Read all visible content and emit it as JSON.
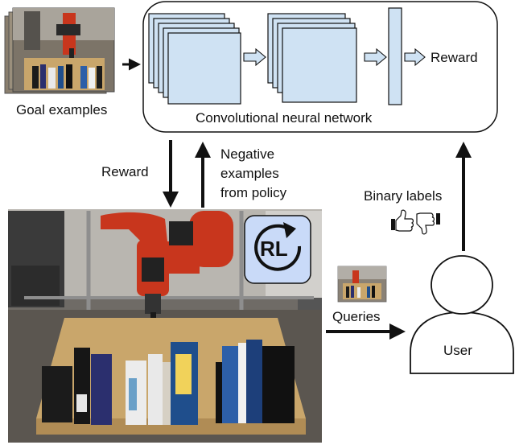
{
  "cnn": {
    "caption": "Convolutional neural network",
    "output_label": "Reward"
  },
  "goal_examples": {
    "label": "Goal examples"
  },
  "flow": {
    "reward_down_label": "Reward",
    "negative_examples_label": [
      "Negative",
      "examples",
      "from policy"
    ]
  },
  "feedback": {
    "binary_labels": "Binary labels",
    "queries_label": "Queries",
    "user_label": "User"
  },
  "rl_badge": {
    "label": "RL"
  },
  "icons": [
    "thumbs-up-icon",
    "thumbs-down-icon",
    "refresh-cycle-icon",
    "user-silhouette-icon"
  ],
  "colors": {
    "layer_fill": "#cfe2f3",
    "badge_fill": "#c9daf8",
    "robot_red": "#c8361d",
    "stroke": "#111111"
  }
}
